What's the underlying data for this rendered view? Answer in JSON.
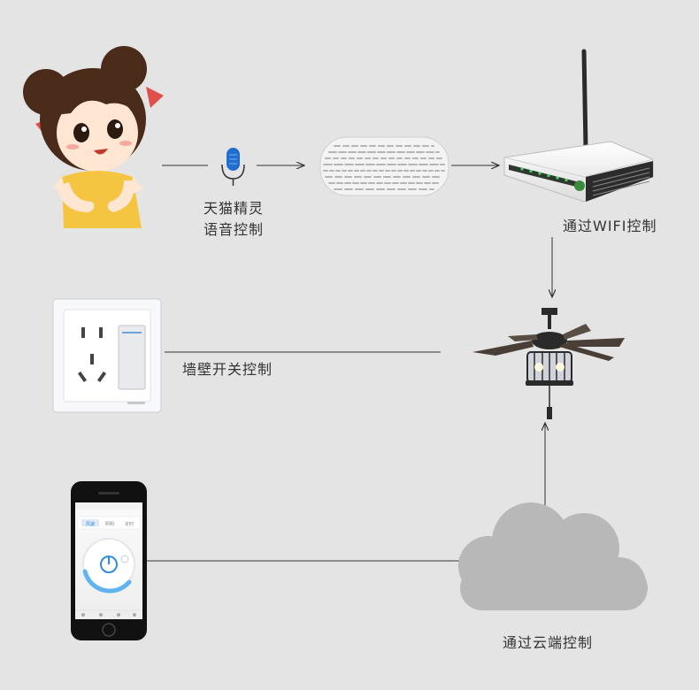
{
  "labels": {
    "voice_line1": "天猫精灵",
    "voice_line2": "语音控制",
    "wifi": "通过WIFI控制",
    "wall_switch": "墙壁开关控制",
    "cloud": "通过云端控制"
  },
  "phone_app": {
    "tabs": [
      "风速",
      "照明",
      "定时"
    ]
  },
  "colors": {
    "background": "#e4e4e4",
    "mic": "#1f6fd1",
    "cloud": "#b8b8b8",
    "arrow": "#333333"
  },
  "icons": [
    "girl-cartoon",
    "microphone-icon",
    "smart-speaker",
    "router",
    "ceiling-fan",
    "wall-socket",
    "smartphone",
    "cloud-icon"
  ]
}
